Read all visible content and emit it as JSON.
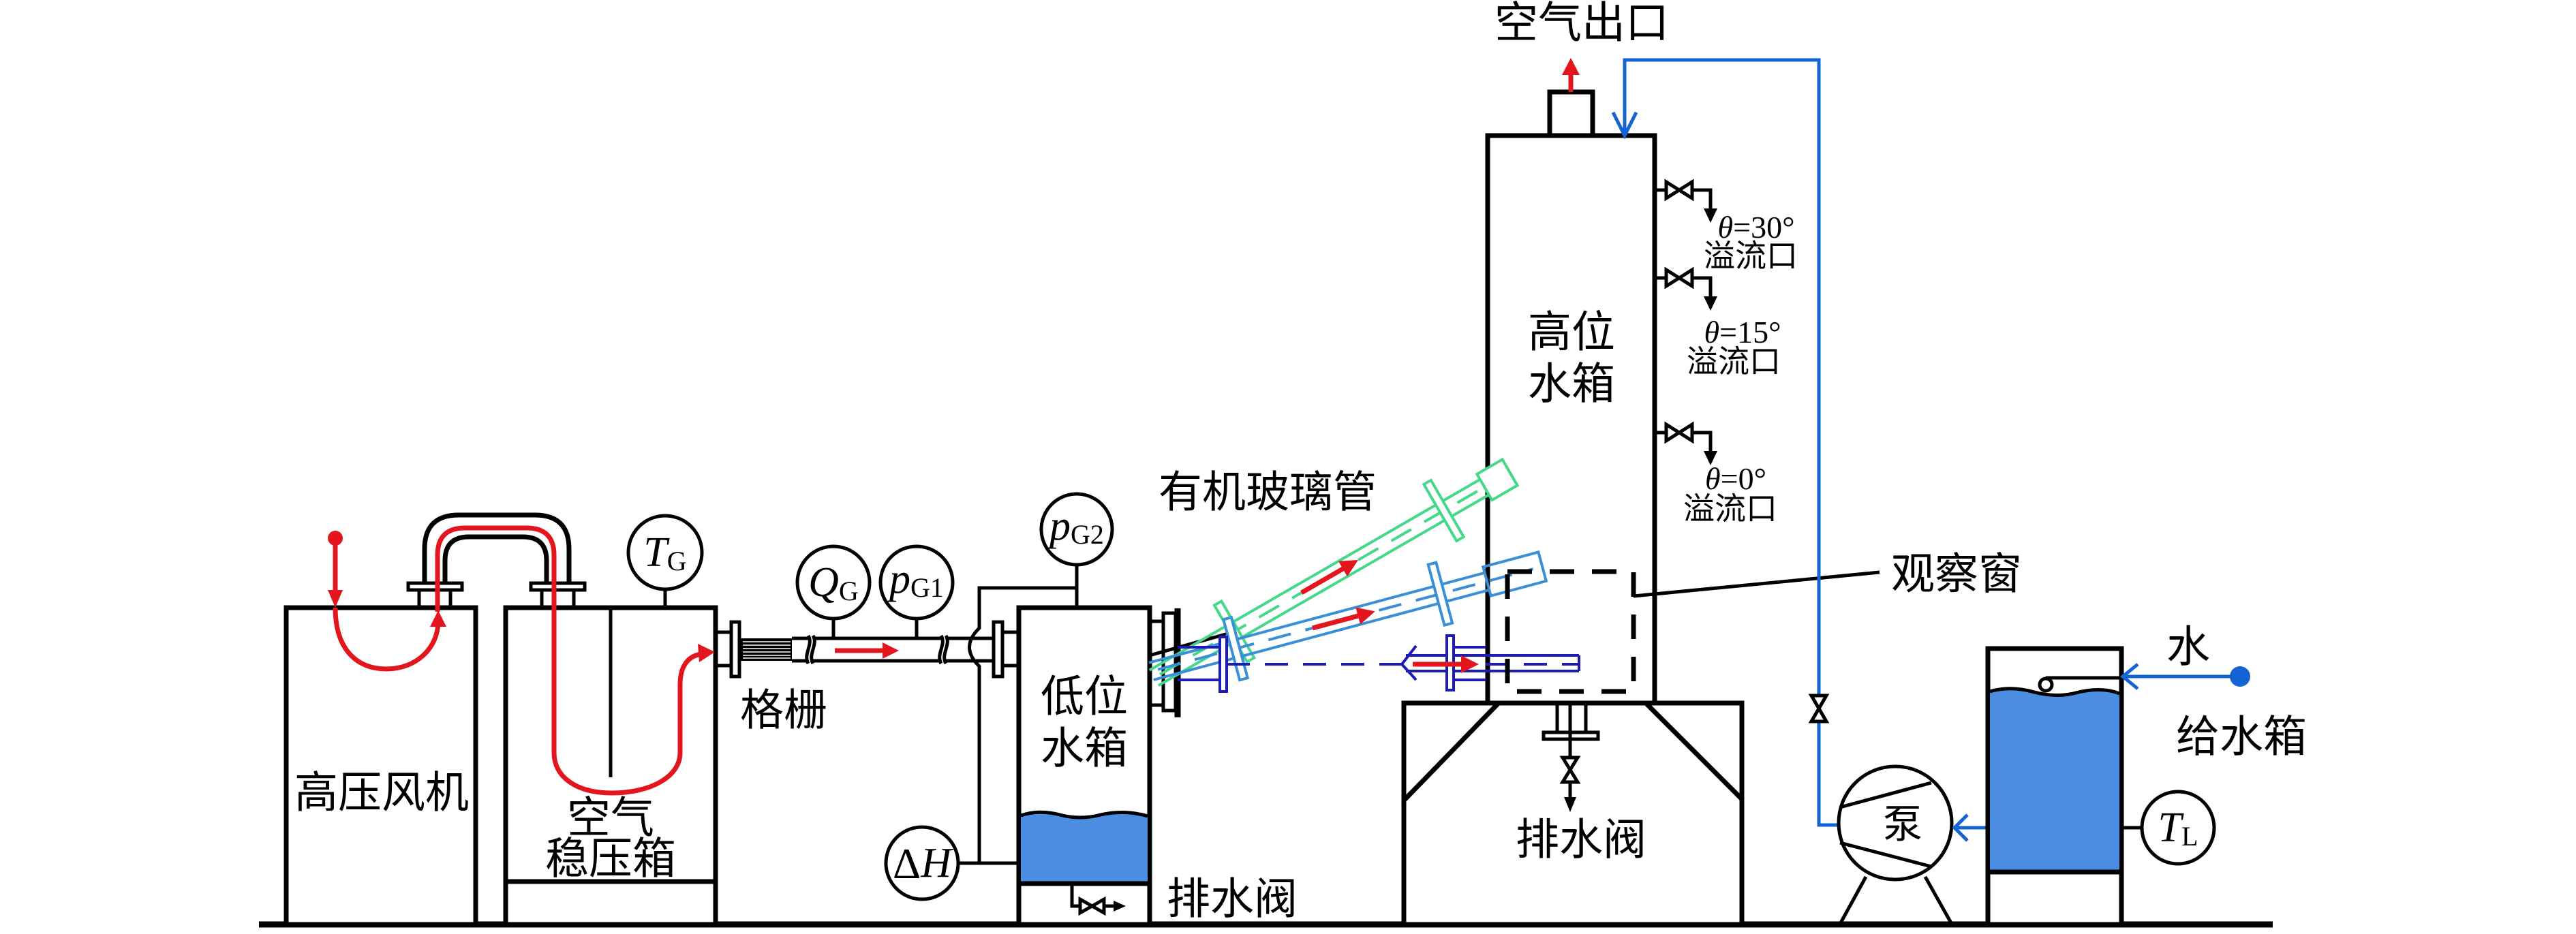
{
  "figure": {
    "air_outlet": {
      "label": "空气出口"
    },
    "blower": {
      "label": "高压风机"
    },
    "stabilizer": {
      "line1": "空气",
      "line2": "稳压箱"
    },
    "grille": {
      "label": "格栅"
    },
    "low_tank": {
      "line1": "低位",
      "line2": "水箱",
      "drain_label": "排水阀"
    },
    "pmma_tube": {
      "label": "有机玻璃管"
    },
    "high_tank": {
      "line1": "高位",
      "line2": "水箱",
      "drain_label": "排水阀"
    },
    "observation_window": {
      "label": "观察窗"
    },
    "overflows": [
      {
        "theta": "θ",
        "value": "=30°",
        "label": "溢流口"
      },
      {
        "theta": "θ",
        "value": "=15°",
        "label": "溢流口"
      },
      {
        "theta": "θ",
        "value": "=0°",
        "label": "溢流口"
      }
    ],
    "pump": {
      "label": "泵"
    },
    "supply": {
      "water_label": "水",
      "tank_label": "给水箱"
    },
    "gauges": {
      "TG": {
        "prefix": "",
        "symbol": "T",
        "sub": "G"
      },
      "QG": {
        "prefix": "",
        "symbol": "Q",
        "sub": "G"
      },
      "pG1": {
        "prefix": "",
        "symbol": "p",
        "sub": "G1"
      },
      "pG2": {
        "prefix": "",
        "symbol": "p",
        "sub": "G2"
      },
      "dH": {
        "prefix": "Δ",
        "symbol": "H",
        "sub": ""
      },
      "TL": {
        "prefix": "",
        "symbol": "T",
        "sub": "L"
      }
    },
    "tubes": [
      {
        "inclination_deg": 30,
        "color": "#45d88b"
      },
      {
        "inclination_deg": 15,
        "color": "#3b8fd8"
      },
      {
        "inclination_deg": 0,
        "color": "#1c1cb4"
      }
    ],
    "colors": {
      "air_flow": "#e3161d",
      "water": "#4b8de0",
      "supply_line": "#1464d4"
    }
  }
}
